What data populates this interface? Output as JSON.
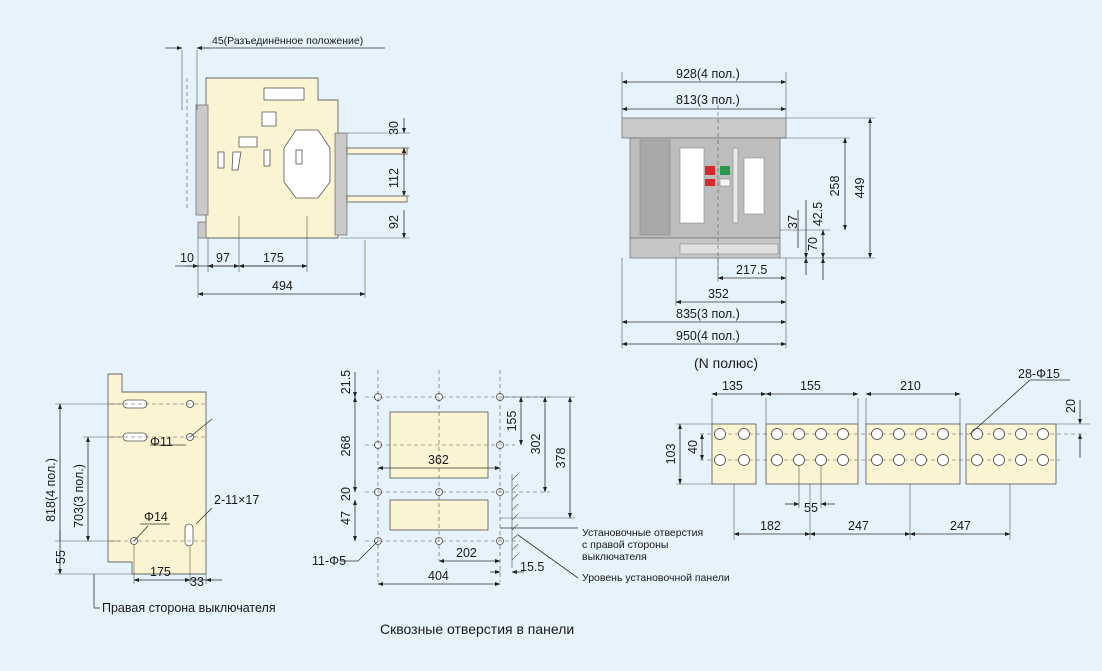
{
  "side_view": {
    "top_note": "45(Разъединённое положение)",
    "dims_right": [
      "30",
      "112",
      "92"
    ],
    "dims_bottom": [
      "10",
      "97",
      "175"
    ],
    "overall": "494"
  },
  "front_view": {
    "widths_top": [
      "928(4 пол.)",
      "813(3 пол.)"
    ],
    "heights_right": [
      "37",
      "42.5",
      "258",
      "70",
      "449"
    ],
    "widths_bottom": [
      "217.5",
      "352",
      "835(3 пол.)",
      "950(4 пол.)"
    ],
    "caption": "(N полюс)"
  },
  "mount_view": {
    "heights_left": [
      "818(4 пол.)",
      "703(3 пол.)",
      "55"
    ],
    "holes": [
      "Φ11",
      "Φ14",
      "2-11×17"
    ],
    "dims_bottom": [
      "175",
      "33"
    ],
    "caption": "Правая сторона выключателя"
  },
  "panel_view": {
    "heights_left": [
      "21.5",
      "268",
      "20",
      "47"
    ],
    "heights_right": [
      "155",
      "302",
      "378"
    ],
    "inner_width": "362",
    "hole_label": "11-Φ5",
    "dims_bottom": [
      "202",
      "404",
      "15.5"
    ],
    "note_holes": [
      "Установочные отверстия",
      "с правой стороны",
      "выключателя"
    ],
    "note_panel": "Уровень установочной панели",
    "caption": "Сквозные отверстия в панели"
  },
  "terminal_view": {
    "dims_top": [
      "135",
      "155",
      "210"
    ],
    "holes_label": "28-Φ15",
    "dims_left": [
      "103",
      "40"
    ],
    "dim_right": "20",
    "dim_mid": "55",
    "dims_bottom": [
      "182",
      "247",
      "247"
    ]
  }
}
